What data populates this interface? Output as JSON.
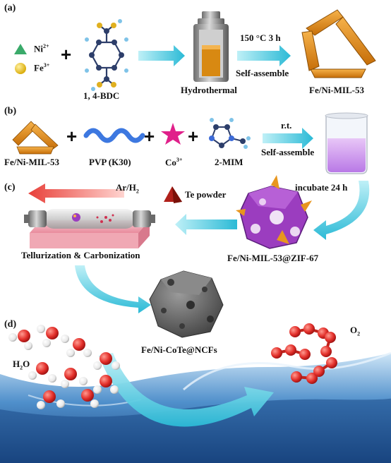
{
  "panels": {
    "a": "(a)",
    "b": "(b)",
    "c": "(c)",
    "d": "(d)"
  },
  "ions": {
    "ni": "Ni",
    "ni_charge": "2+",
    "fe": "Fe",
    "fe_charge": "3+",
    "co": "Co",
    "co_charge": "3+"
  },
  "row_a": {
    "ligand": "1, 4-BDC",
    "vessel": "Hydrothermal",
    "condition": "150 °C  3 h",
    "step": "Self-assemble",
    "product": "Fe/Ni-MIL-53"
  },
  "row_b": {
    "mof": "Fe/Ni-MIL-53",
    "pvp": "PVP (K30)",
    "mim": "2-MIM",
    "rt": "r.t.",
    "step": "Self-assemble"
  },
  "row_c": {
    "incubate": "incubate 24 h",
    "gas": "Ar/H",
    "gas_sub": "2",
    "te": "Te powder",
    "process": "Tellurization & Carbonization",
    "composite": "Fe/Ni-MIL-53@ZIF-67"
  },
  "row_d": {
    "catalyst": "Fe/Ni-CoTe@NCFs",
    "water": "H",
    "water_sub": "2",
    "water_tail": "O",
    "oxygen": "O",
    "oxygen_sub": "2"
  },
  "colors": {
    "ni_marker": "#3aaa6a",
    "fe_marker": "#e0c020",
    "co_marker": "#e0208a",
    "orange": "#e8961e",
    "arrow": "#3cc6dc",
    "purple": "#9b3dbf",
    "red_arrow": "#e8403a",
    "water_blue": "#3d78b8"
  }
}
